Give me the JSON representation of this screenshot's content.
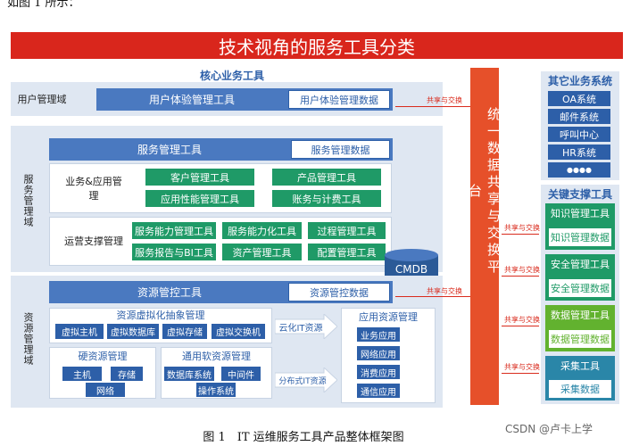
{
  "header_partial": "如图 1 所示：",
  "title": "技术视角的服务工具分类",
  "core_title": "核心业务工具",
  "user_domain": {
    "label": "用户管理域",
    "tool": "用户体验管理工具",
    "data": "用户体验管理数据"
  },
  "service_domain": {
    "label": "服务管理域",
    "tool": "服务管理工具",
    "data": "服务管理数据",
    "biz_group_label": "业务&应用管理",
    "biz_items": [
      "客户管理工具",
      "产品管理工具",
      "应用性能管理工具",
      "账务与计费工具"
    ],
    "ops_group_label": "运营支撑管理",
    "ops_items": [
      "服务能力管理工具",
      "服务能力化工具",
      "过程管理工具",
      "服务报告与BI工具",
      "资产管理工具",
      "配置管理工具"
    ]
  },
  "cmdb": "CMDB",
  "resource_domain": {
    "label": "资源管理域",
    "tool": "资源管控工具",
    "data": "资源管控数据",
    "virt_title": "资源虚拟化抽象管理",
    "virt_items": [
      "虚拟主机",
      "虚拟数据库",
      "虚拟存储",
      "虚拟交换机"
    ],
    "hw_title": "硬资源管理",
    "hw_items": [
      "主机",
      "存储",
      "网络"
    ],
    "sw_title": "通用软资源管理",
    "sw_items": [
      "数据库系统",
      "中间件",
      "操作系统"
    ],
    "cloud_label": "云化IT资源",
    "dist_label": "分布式IT资源",
    "app_title": "应用资源管理",
    "app_items": [
      "业务应用",
      "网络应用",
      "消费应用",
      "通信应用"
    ]
  },
  "center_platform": "统一数据共享与交换平台",
  "share_label": "共享与交换",
  "other_systems": {
    "title": "其它业务系统",
    "items": [
      "OA系统",
      "邮件系统",
      "呼叫中心",
      "HR系统",
      "●●●●"
    ]
  },
  "key_tools": {
    "title": "关键支撑工具",
    "groups": [
      {
        "tool": "知识管理工具",
        "data": "知识管理数据",
        "color": "#1f9a67"
      },
      {
        "tool": "安全管理工具",
        "data": "安全管理数据",
        "color": "#1f9a67"
      },
      {
        "tool": "数据管理工具",
        "data": "数据管理数据",
        "color": "#62b22f"
      },
      {
        "tool": "采集工具",
        "data": "采集数据",
        "color": "#2a86a8"
      }
    ]
  },
  "caption": "图 1　IT 运维服务工具产品整体框架图",
  "watermark": "CSDN @卢卡上学"
}
